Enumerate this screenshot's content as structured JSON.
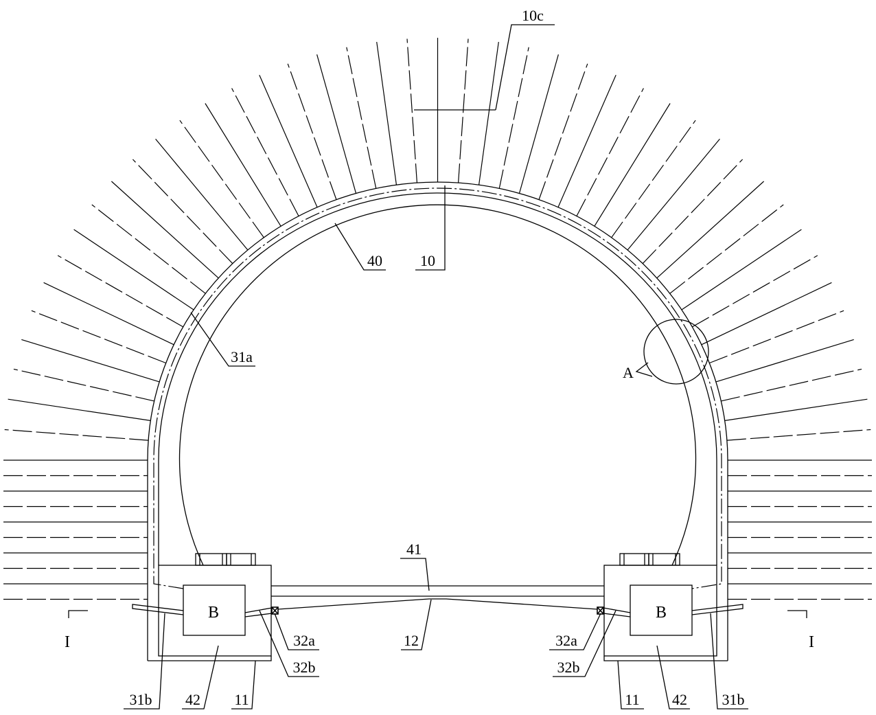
{
  "colors": {
    "stroke": "#000000",
    "background": "#ffffff"
  },
  "labels": {
    "ref_10c": "10c",
    "ref_10": "10",
    "ref_40": "40",
    "ref_31a": "31a",
    "detail_A": "A",
    "ref_41": "41",
    "ref_12": "12",
    "box_B_left": "B",
    "box_B_right": "B",
    "ref_32a_left": "32a",
    "ref_32b_left": "32b",
    "ref_31b_left": "31b",
    "ref_42_left": "42",
    "ref_11_left": "11",
    "ref_32a_right": "32a",
    "ref_32b_right": "32b",
    "ref_11_right": "11",
    "ref_42_right": "42",
    "ref_31b_right": "31b",
    "section_I_left": "I",
    "section_I_right": "I"
  }
}
